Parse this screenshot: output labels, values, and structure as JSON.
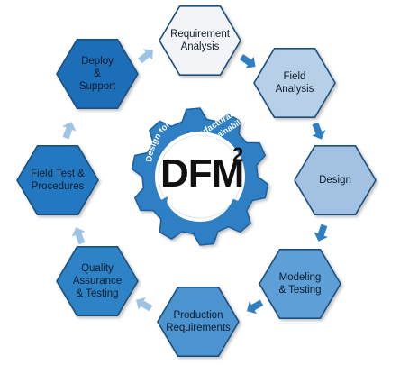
{
  "center": {
    "arc_text_1": "Design for",
    "arc_text_2": "Manufacturability",
    "arc_text_3": "and Maintainability",
    "main": "DFM",
    "superscript": "2",
    "gear_color": "#2f7fc4",
    "ring_color": "#ffffff"
  },
  "steps": [
    {
      "label": "Requirement\nAnalysis",
      "fill": "#f2f4f7"
    },
    {
      "label": "Field\nAnalysis",
      "fill": "#b7d0e8"
    },
    {
      "label": "Design",
      "fill": "#a3c2e2"
    },
    {
      "label": "Modeling\n& Testing",
      "fill": "#5d9fd6"
    },
    {
      "label": "Production\nRequirements",
      "fill": "#4c94d0"
    },
    {
      "label": "Quality\nAssurance\n& Testing",
      "fill": "#2f82c6"
    },
    {
      "label": "Field Test &\nProcedures",
      "fill": "#2479c1"
    },
    {
      "label": "Deploy\n&\nSupport",
      "fill": "#1b6eb8"
    }
  ],
  "arrows": [
    {
      "icon": "arrow-icon",
      "color": "#2f7fc4"
    },
    {
      "icon": "arrow-icon",
      "color": "#2f7fc4"
    },
    {
      "icon": "arrow-icon",
      "color": "#2f7fc4"
    },
    {
      "icon": "arrow-icon",
      "color": "#2f7fc4"
    },
    {
      "icon": "arrow-icon",
      "color": "#9fc3e4"
    },
    {
      "icon": "arrow-icon",
      "color": "#9fc3e4"
    },
    {
      "icon": "arrow-icon",
      "color": "#9fc3e4"
    },
    {
      "icon": "arrow-icon",
      "color": "#9fc3e4"
    }
  ]
}
